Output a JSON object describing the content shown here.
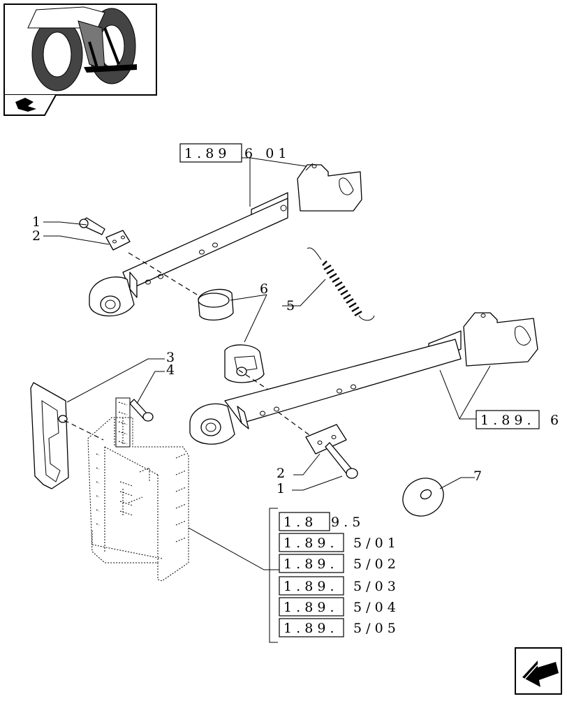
{
  "callouts": {
    "c1_top": "1",
    "c2_top": "2",
    "c3": "3",
    "c4": "4",
    "c5": "5",
    "c6": "6",
    "c2_bottom": "2",
    "c1_bottom": "1",
    "c7": "7"
  },
  "references": {
    "top_arm": {
      "boxed": "1 . 8 9",
      "rest": "6   0 1"
    },
    "right_arm": {
      "boxed": "1 . 8 9 .",
      "rest": "6"
    },
    "drawbar_group": [
      {
        "boxed": "1 . 8",
        "rest": "9 . 5"
      },
      {
        "boxed": "1 . 8 9 .",
        "rest": "5 / 0 1"
      },
      {
        "boxed": "1 . 8 9 .",
        "rest": "5 / 0 2"
      },
      {
        "boxed": "1 . 8 9 .",
        "rest": "5 / 0 3"
      },
      {
        "boxed": "1 . 8 9 .",
        "rest": "5 / 0 4"
      },
      {
        "boxed": "1 . 8 9 .",
        "rest": "5 / 0 5"
      }
    ]
  },
  "icons": {
    "thumbnail": "tractor-thumbnail-icon",
    "section_tab": "manual-section-icon",
    "navigation": "next-page-arrow-icon"
  }
}
